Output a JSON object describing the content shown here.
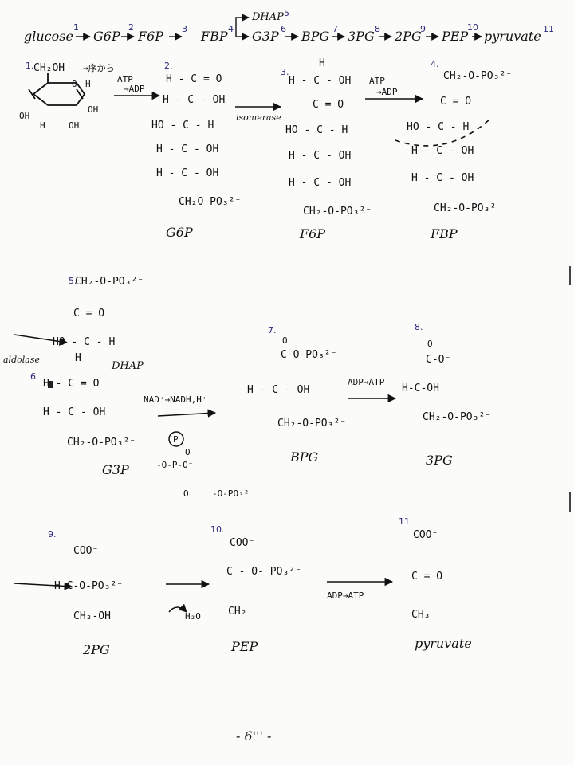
{
  "pathway": {
    "glucose": "glucose",
    "g6p": "G6P",
    "f6p": "F6P",
    "fbp": "FBP",
    "dhap": "DHAP",
    "g3p": "G3P",
    "bpg": "BPG",
    "pg3": "3PG",
    "pg2": "2PG",
    "pep": "PEP",
    "pyruvate": "pyruvate",
    "marks": [
      "1",
      "2",
      "3",
      "4",
      "5",
      "6",
      "7",
      "8",
      "9",
      "10",
      "11"
    ]
  },
  "row1": {
    "n1": "1.",
    "n2": "2.",
    "n3": "3.",
    "n4": "4.",
    "glucose_ring": {
      "ch2oh": "CH₂OH",
      "note": "→序から",
      "o": "O",
      "h": "H",
      "oh1": "OH",
      "oh2": "OH",
      "oh3": "OH",
      "h2": "H"
    },
    "arrow1_top": "ATP",
    "arrow1_bot": "→ADP",
    "g6p_struct": [
      "H - C = O",
      "H - C - OH",
      "HO - C - H",
      "H - C - OH",
      "H - C - OH",
      "CH₂O-PO₃²⁻"
    ],
    "g6p_label": "G6P",
    "isomerase": "isomerase",
    "f6p_struct": [
      "H",
      "H - C - OH",
      "C = O",
      "HO - C - H",
      "H - C - OH",
      "H - C - OH",
      "CH₂-O-PO₃²⁻"
    ],
    "f6p_label": "F6P",
    "arrow3_top": "ATP",
    "arrow3_bot": "→ADP",
    "fbp_struct": [
      "CH₂-O-PO₃²⁻",
      "C = O",
      "HO - C - H",
      "H - C - OH",
      "H - C - OH",
      "CH₂-O-PO₃²⁻"
    ],
    "fbp_label": "FBP"
  },
  "row2": {
    "n5": "5.",
    "n6": "6.",
    "n7": "7.",
    "n8": "8.",
    "dhap_struct": [
      "CH₂-O-PO₃²⁻",
      "C = O",
      "HO - C - H",
      "H"
    ],
    "aldolase": "aldolase",
    "dhap_label": "DHAP",
    "g3p_struct": [
      "H - C = O",
      "H - C - OH",
      "CH₂-O-PO₃²⁻"
    ],
    "g3p_label": "G3P",
    "arrow6_top": "NAD⁺→NADH,H⁺",
    "pi_symbol": "P",
    "phosphate": [
      "O",
      "-O-P-O⁻",
      "O⁻"
    ],
    "phosphate_tail": "-O-PO₃²⁻",
    "bpg_struct": [
      "O",
      "C-O-PO₃²⁻",
      "H - C - OH",
      "CH₂-O-PO₃²⁻"
    ],
    "bpg_label": "BPG",
    "arrow7_top": "ADP→ATP",
    "pg3_struct": [
      "O",
      "C-O⁻",
      "H-C-OH",
      "CH₂-O-PO₃²⁻"
    ],
    "pg3_label": "3PG"
  },
  "row3": {
    "n9": "9.",
    "n10": "10.",
    "n11": "11.",
    "pg2_struct": [
      "COO⁻",
      "H-C-O-PO₃²⁻",
      "CH₂-OH"
    ],
    "pg2_label": "2PG",
    "water": "H₂O",
    "pep_struct": [
      "COO⁻",
      "C - O- PO₃²⁻",
      "CH₂"
    ],
    "pep_label": "PEP",
    "arrow10_top": "ADP→ATP",
    "pyr_struct": [
      "COO⁻",
      "C = O",
      "CH₃"
    ],
    "pyr_label": "pyruvate"
  },
  "page_number": "- 6''' -"
}
